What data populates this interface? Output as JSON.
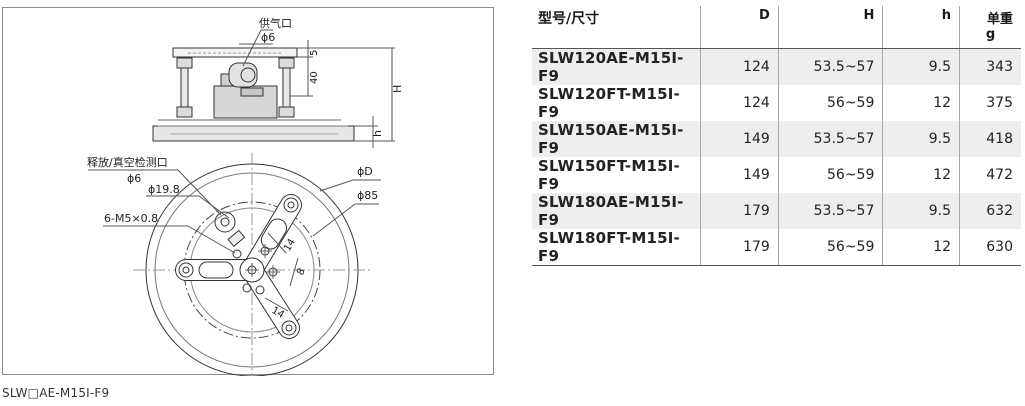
{
  "drawing": {
    "labels": {
      "air_port": "供气口",
      "phi6_top": "ϕ6",
      "dim_5": "5",
      "dim_40": "40",
      "dim_H": "H",
      "dim_h": "h",
      "release_port": "释放/真空检测口",
      "phi6_side": "ϕ6",
      "phi19_8": "ϕ19.8",
      "thread": "6-M5×0.8",
      "phiD": "ϕD",
      "phi85": "ϕ85",
      "dim_14a": "14",
      "dim_8": "8",
      "dim_14b": "14"
    },
    "caption": "SLW□AE-M15I-F9"
  },
  "table": {
    "headers": {
      "model": "型号/尺寸",
      "D": "D",
      "H": "H",
      "h": "h",
      "weight": "单重",
      "weight_unit": "g"
    },
    "rows": [
      {
        "model": "SLW120AE-M15I-F9",
        "D": "124",
        "H": "53.5~57",
        "h": "9.5",
        "weight": "343"
      },
      {
        "model": "SLW120FT-M15I-F9",
        "D": "124",
        "H": "56~59",
        "h": "12",
        "weight": "375"
      },
      {
        "model": "SLW150AE-M15I-F9",
        "D": "149",
        "H": "53.5~57",
        "h": "9.5",
        "weight": "418"
      },
      {
        "model": "SLW150FT-M15I-F9",
        "D": "149",
        "H": "56~59",
        "h": "12",
        "weight": "472"
      },
      {
        "model": "SLW180AE-M15I-F9",
        "D": "179",
        "H": "53.5~57",
        "h": "9.5",
        "weight": "632"
      },
      {
        "model": "SLW180FT-M15I-F9",
        "D": "179",
        "H": "56~59",
        "h": "12",
        "weight": "630"
      }
    ]
  }
}
